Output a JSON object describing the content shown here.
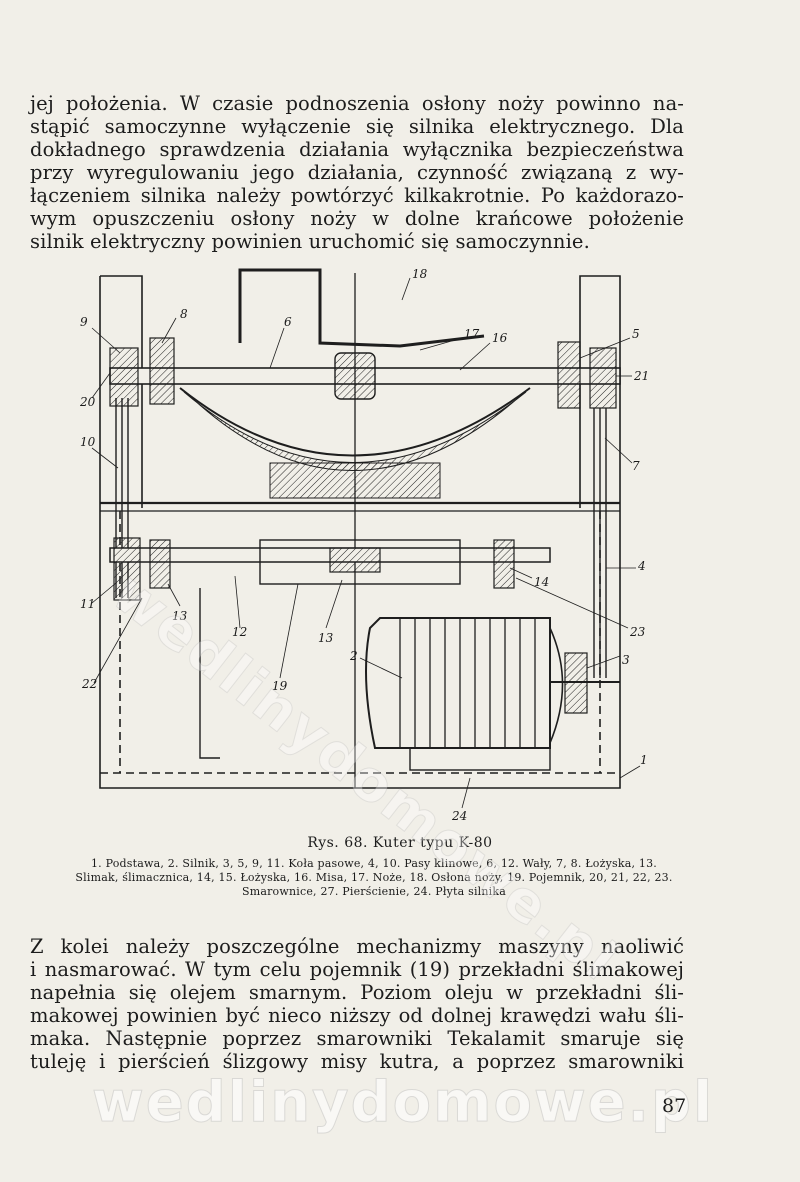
{
  "paragraph_top": [
    "jej położenia. W czasie podnoszenia osłony noży powinno na-",
    "stąpić samoczynne wyłączenie się silnika elektrycznego. Dla",
    "dokładnego sprawdzenia działania wyłącznika bezpieczeństwa",
    "przy wyregulowaniu jego działania, czynność związaną z wy-",
    "łączeniem silnika należy powtórzyć kilkakrotnie. Po każdorazo-",
    "wym opuszczeniu osłony noży w dolne krańcowe położenie",
    "silnik elektryczny powinien uruchomić się samoczynnie."
  ],
  "figure": {
    "labels": [
      "9",
      "8",
      "6",
      "18",
      "17",
      "16",
      "5",
      "21",
      "20",
      "10",
      "7",
      "4",
      "14",
      "23",
      "11",
      "13",
      "12",
      "13",
      "19",
      "3",
      "22",
      "2",
      "1",
      "24"
    ]
  },
  "caption": {
    "title": "Rys. 68. Kuter typu K-80",
    "body": "1. Podstawa, 2. Silnik, 3, 5, 9, 11. Koła pasowe, 4, 10. Pasy klinowe, 6, 12. Wały, 7, 8. Łożyska, 13. Slimak, ślimacznica, 14, 15. Łożyska, 16. Misa, 17. Noże, 18. Osłona noży, 19. Pojemnik, 20, 21, 22, 23. Smarownice, 27. Pierścienie, 24. Płyta silnika"
  },
  "paragraph_bottom": [
    "Z kolei należy poszczególne mechanizmy maszyny naoliwić",
    "i nasmarować. W tym celu pojemnik (19) przekładni ślimakowej",
    "napełnia się olejem smarnym. Poziom oleju w przekładni śli-",
    "makowej powinien być nieco niższy od dolnej krawędzi wału śli-",
    "maka. Następnie poprzez smarowniki Tekalamit smaruje się",
    "tuleję i pierścień ślizgowy misy kutra, a poprzez smarowniki"
  ],
  "page_number": "87",
  "watermark": "wedlinydomowe.pl"
}
